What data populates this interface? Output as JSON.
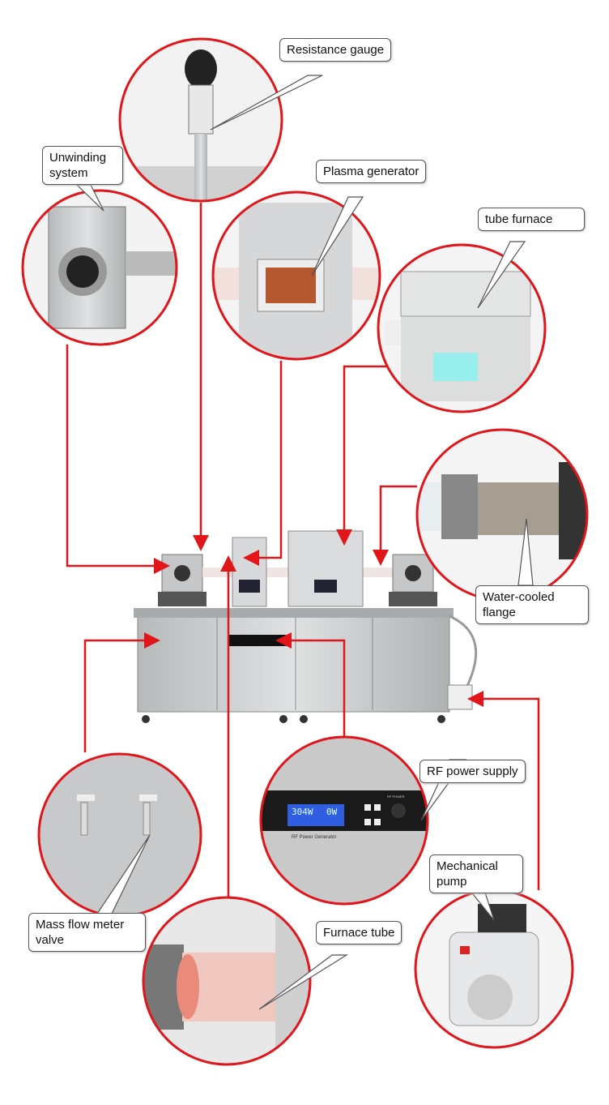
{
  "labels": {
    "resistance_gauge": "Resistance gauge",
    "unwinding_system": "Unwinding system",
    "plasma_generator": "Plasma generator",
    "tube_furnace": "tube furnace",
    "water_cooled_flange": "Water-cooled flange",
    "rf_power_supply": "RF power supply",
    "mechanical_pump": "Mechanical pump",
    "mass_flow_meter_valve": "Mass flow meter valve",
    "furnace_tube": "Furnace tube"
  },
  "rf_panel": {
    "power_reading": "304W",
    "reflected_reading": "0W",
    "panel_title": "RF Power Generator",
    "knob_label": "RF POWER"
  },
  "colors": {
    "callout_ring": "#e0161b",
    "connector": "#e0161b",
    "steel": "#c9cbcc"
  }
}
